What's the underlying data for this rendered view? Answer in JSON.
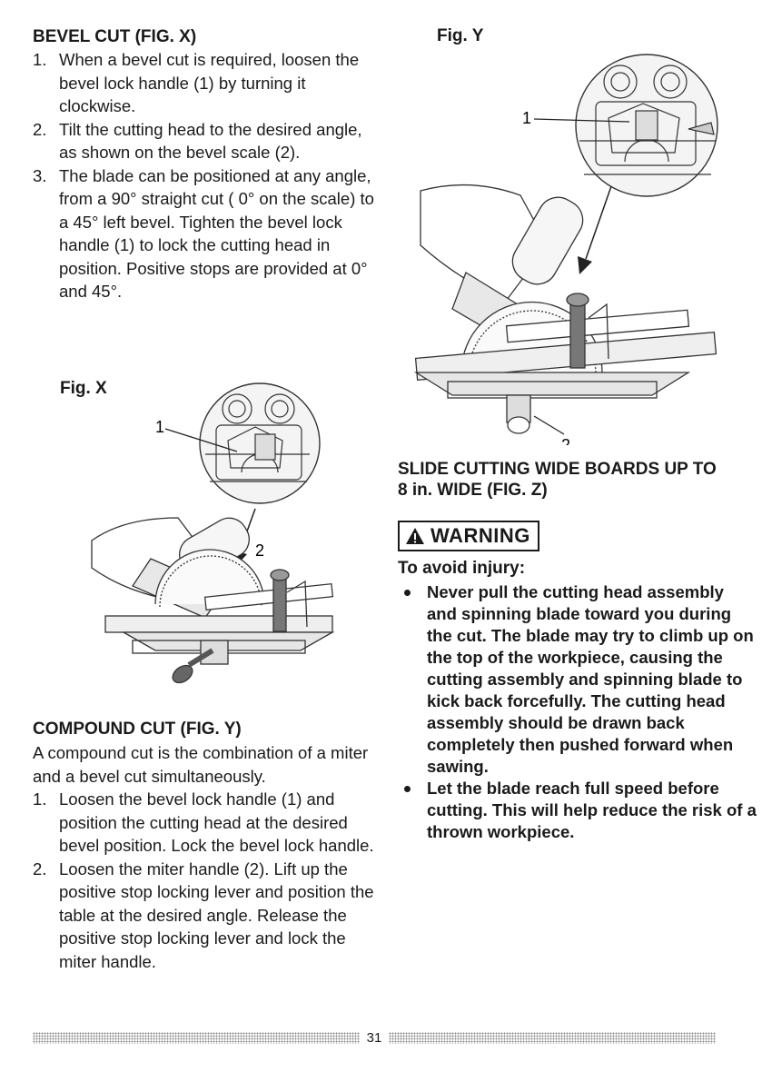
{
  "left": {
    "bevel": {
      "heading": "BEVEL CUT (FIG. X)",
      "steps": [
        {
          "num": "1.",
          "text": "When a bevel cut is required, loosen the bevel lock handle (1) by turning it clockwise."
        },
        {
          "num": "2.",
          "text": "Tilt the cutting head to the desired angle, as shown on the bevel scale (2)."
        },
        {
          "num": "3.",
          "text": "The blade can be positioned at any angle, from a 90° straight cut ( 0° on the scale) to a 45° left bevel. Tighten the bevel lock handle (1) to lock the cutting head in position. Positive stops are provided at 0° and 45°."
        }
      ]
    },
    "fig_x": {
      "label": "Fig. X",
      "callout_1": "1",
      "callout_2": "2"
    },
    "compound": {
      "heading": "COMPOUND CUT (FIG. Y)",
      "intro": "A compound cut is the combination of a miter and a bevel cut simultaneously.",
      "steps": [
        {
          "num": "1.",
          "text": "Loosen the bevel lock handle (1) and position the cutting head at the desired bevel position. Lock the bevel lock handle."
        },
        {
          "num": "2.",
          "text": "Loosen the miter handle (2). Lift up the positive stop locking lever and position the table at the desired angle. Release the positive stop locking lever and lock the miter handle."
        }
      ]
    }
  },
  "right": {
    "fig_y": {
      "label": "Fig. Y",
      "callout_1": "1",
      "callout_2": "2"
    },
    "slide": {
      "heading": "SLIDE CUTTING WIDE BOARDS UP TO 8 in. WIDE (FIG. Z)",
      "warning_label": "WARNING",
      "warning_lead": "To avoid injury:",
      "bullets": [
        "Never pull the cutting head assembly and spinning blade toward you during the cut. The blade may try to climb up on the top of the workpiece, causing the cutting assembly and spinning blade to kick back forcefully. The cutting head assembly should be drawn back completely then pushed forward when sawing.",
        "Let the blade reach full speed before cutting. This will help reduce the risk of a thrown workpiece."
      ]
    }
  },
  "footer": {
    "page_number": "31"
  }
}
